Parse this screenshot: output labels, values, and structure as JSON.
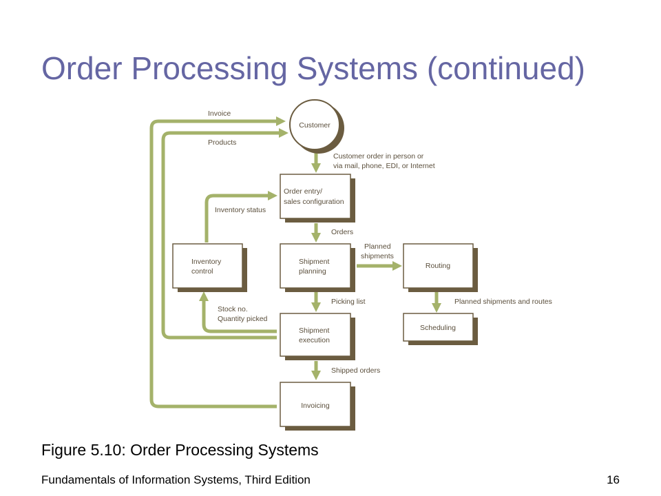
{
  "slide": {
    "title": "Order Processing Systems (continued)",
    "caption": "Figure 5.10: Order Processing Systems",
    "footer": "Fundamentals of Information Systems, Third Edition",
    "page_number": "16"
  },
  "diagram": {
    "colors": {
      "arrow": "#a4b26a",
      "box_shadow": "#6b5c40",
      "box_border": "#6b5c40",
      "text": "#5a4e3b",
      "title": "#6566a3"
    },
    "nodes": {
      "customer": "Customer",
      "order_entry": [
        "Order entry/",
        "sales configuration"
      ],
      "inventory_control": [
        "Inventory",
        "control"
      ],
      "shipment_planning": [
        "Shipment",
        "planning"
      ],
      "routing": "Routing",
      "shipment_execution": [
        "Shipment",
        "execution"
      ],
      "scheduling": "Scheduling",
      "invoicing": "Invoicing"
    },
    "flows": {
      "invoice": "Invoice",
      "products": "Products",
      "customer_order": [
        "Customer order in person or",
        "via mail, phone, EDI, or Internet"
      ],
      "inventory_status": "Inventory status",
      "orders": "Orders",
      "planned_shipments": [
        "Planned",
        "shipments"
      ],
      "picking_list": "Picking list",
      "planned_shipments_routes": "Planned shipments and routes",
      "stock_qty": [
        "Stock no.",
        "Quantity picked"
      ],
      "shipped_orders": "Shipped orders"
    }
  }
}
